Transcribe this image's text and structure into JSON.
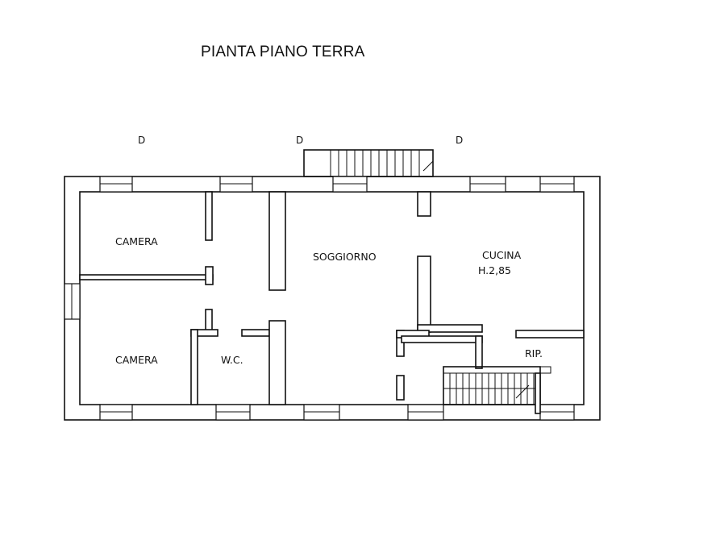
{
  "title": "PIANTA PIANO TERRA",
  "rooms": {
    "camera_top": "CAMERA",
    "camera_bottom": "CAMERA",
    "wc": "W.C.",
    "soggiorno": "SOGGIORNO",
    "cucina": "CUCINA",
    "cucina_height": "H.2,85",
    "ripostiglio": "RIP."
  },
  "markers": [
    "D",
    "D",
    "D"
  ]
}
